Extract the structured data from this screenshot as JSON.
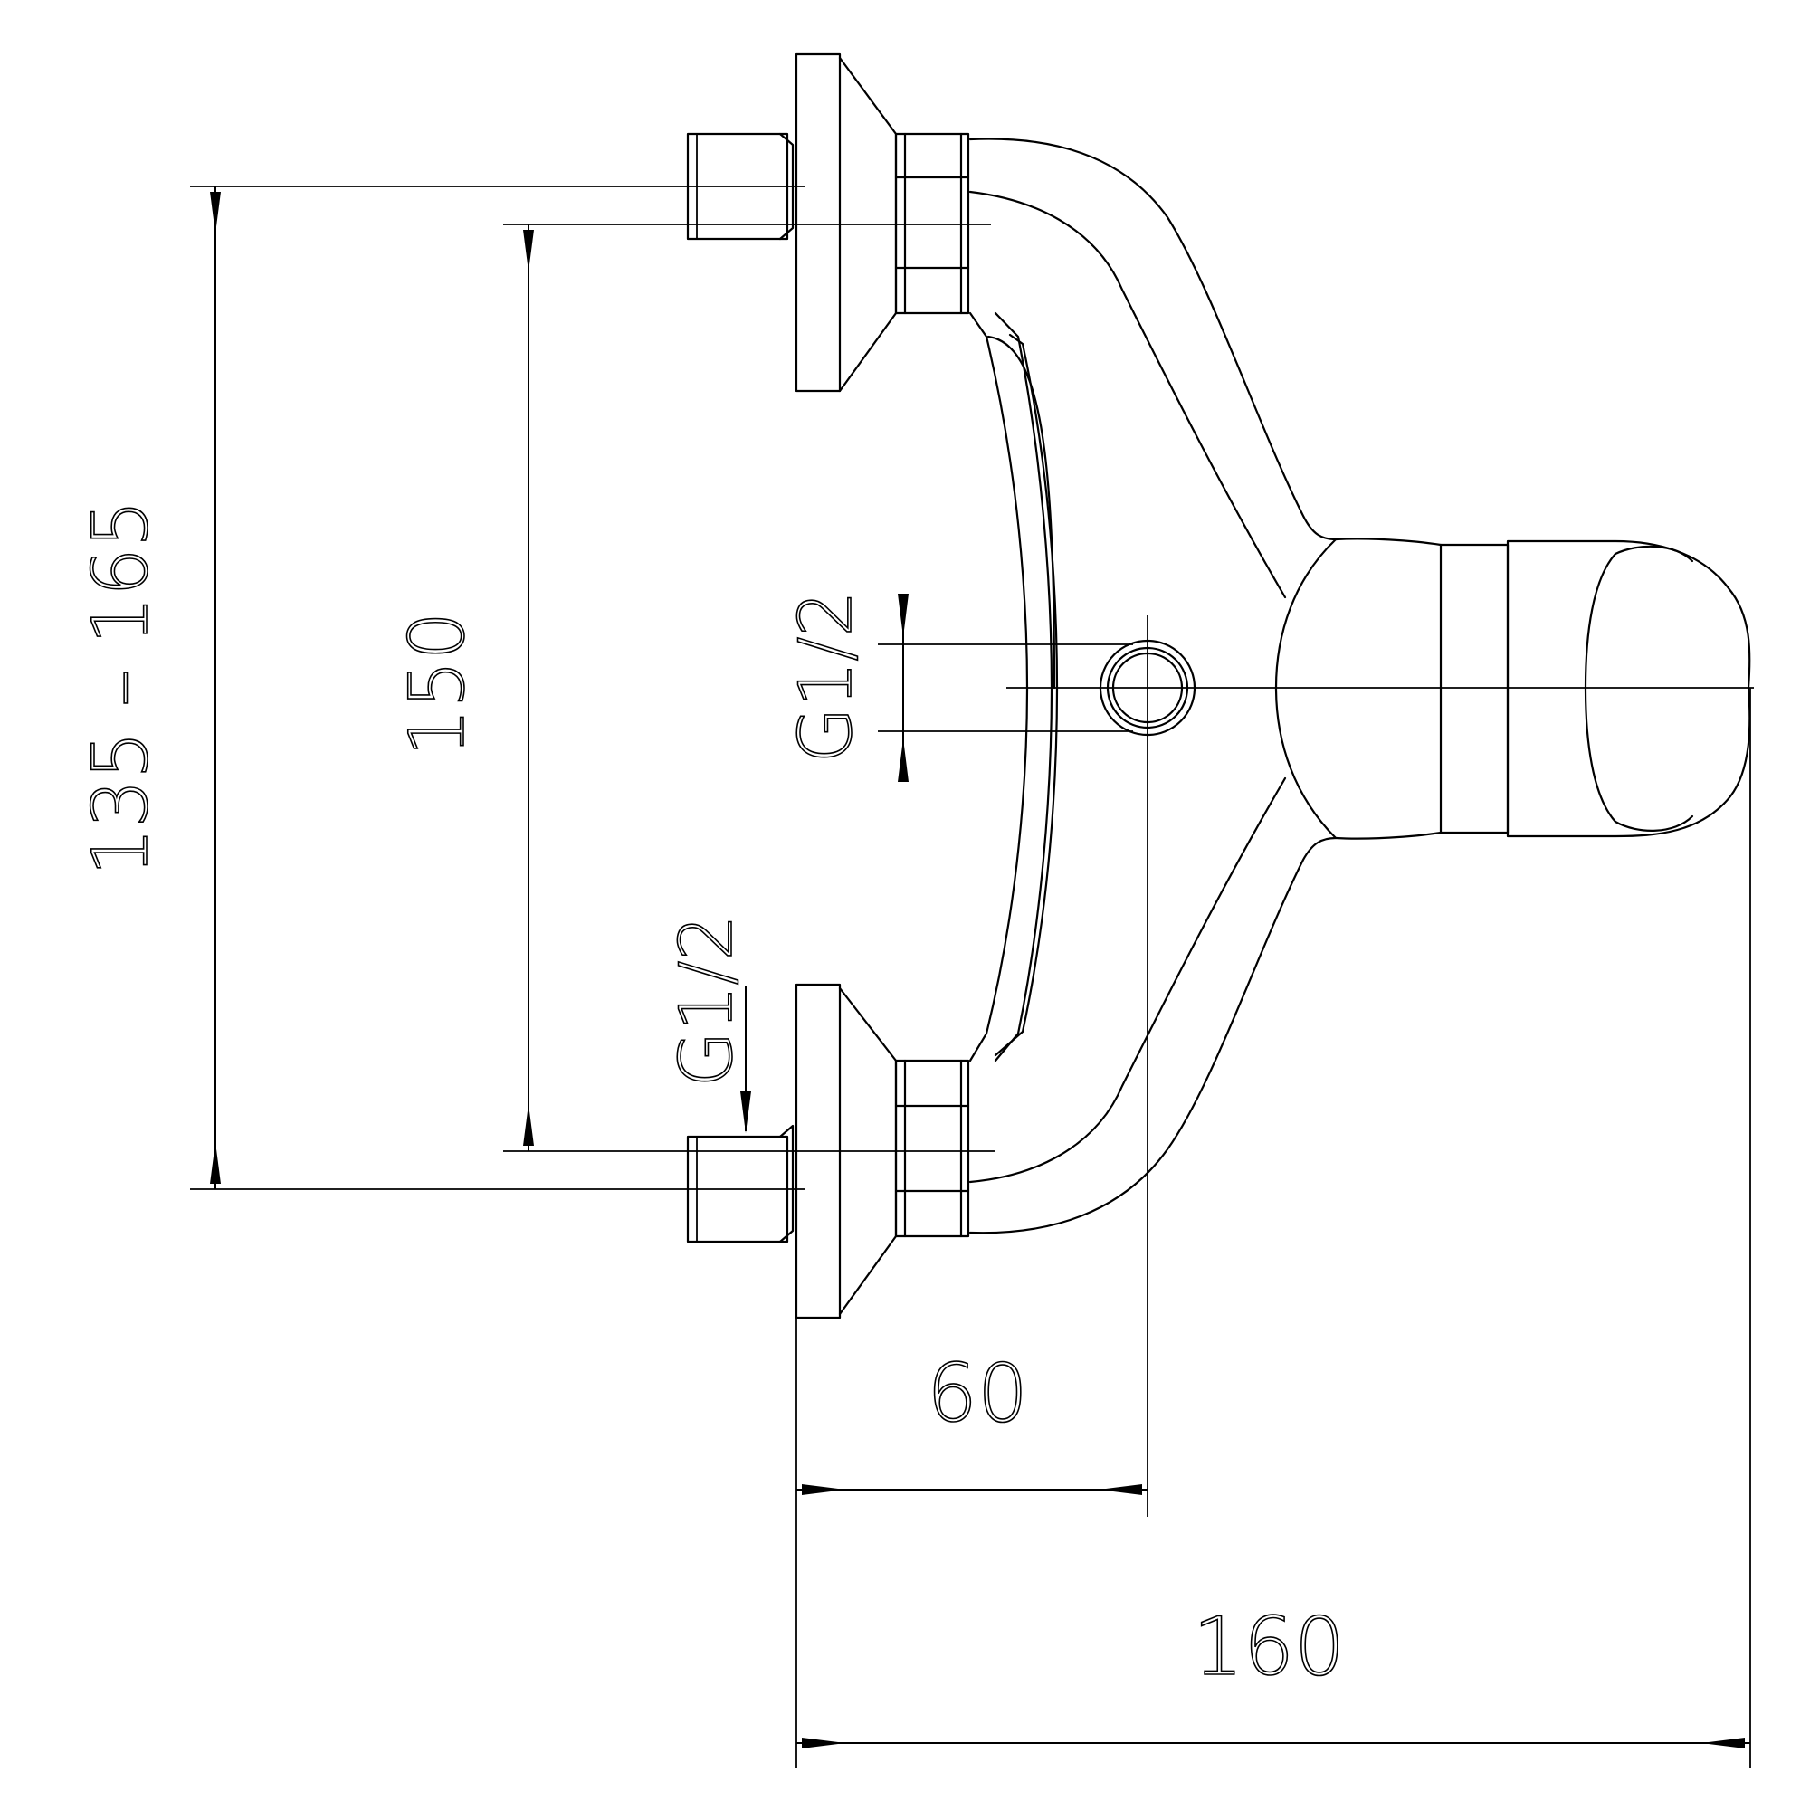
{
  "dimensions": {
    "overall_depth": "160",
    "outlet_offset": "60",
    "inlet_spacing": "150",
    "eccentric_range": "135 – 165",
    "outlet_thread": "G1/2",
    "inlet_thread": "G1/2"
  }
}
